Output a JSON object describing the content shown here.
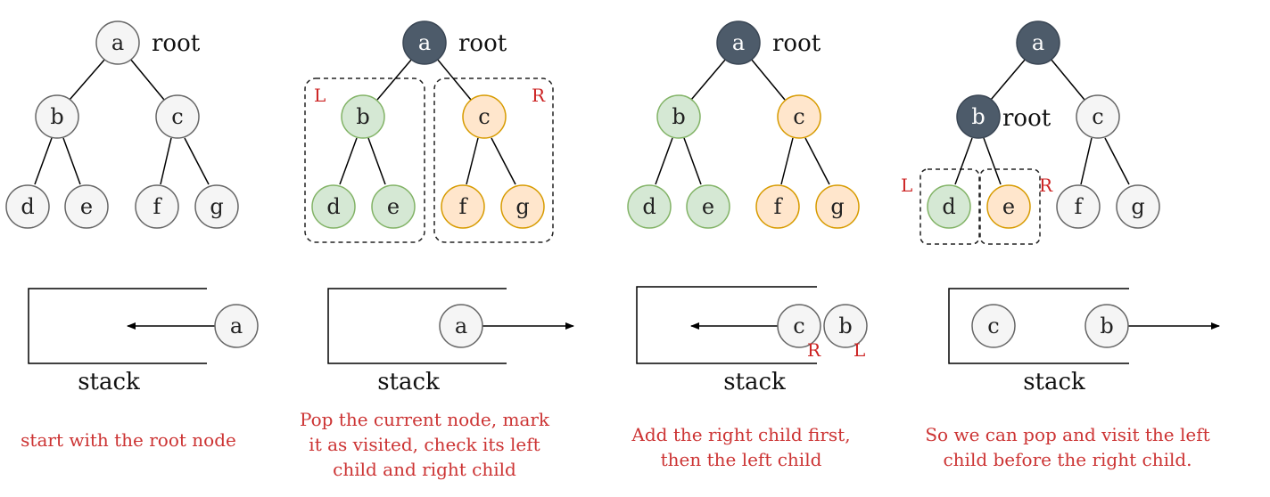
{
  "colors": {
    "default_fill": "#f5f5f5",
    "default_stroke": "#666666",
    "dark_fill": "#4d5b6a",
    "dark_stroke": "#3a4654",
    "green_fill": "#d5e8d4",
    "green_stroke": "#82b366",
    "orange_fill": "#ffe6cc",
    "orange_stroke": "#d79b00",
    "caption_red": "#cc3333"
  },
  "panels": [
    {
      "root_label": "root",
      "nodes": {
        "a": "a",
        "b": "b",
        "c": "c",
        "d": "d",
        "e": "e",
        "f": "f",
        "g": "g"
      },
      "stack_label": "stack",
      "stack_item": "a",
      "caption": [
        "start with the root node"
      ]
    },
    {
      "root_label": "root",
      "nodes": {
        "a": "a",
        "b": "b",
        "c": "c",
        "d": "d",
        "e": "e",
        "f": "f",
        "g": "g"
      },
      "left_label": "L",
      "right_label": "R",
      "stack_label": "stack",
      "stack_item": "a",
      "caption": [
        "Pop the current node, mark",
        "it as visited, check its left",
        "child and right child"
      ]
    },
    {
      "root_label": "root",
      "nodes": {
        "a": "a",
        "b": "b",
        "c": "c",
        "d": "d",
        "e": "e",
        "f": "f",
        "g": "g"
      },
      "stack_label": "stack",
      "stack_items": [
        "c",
        "b"
      ],
      "stack_marks": [
        "R",
        "L"
      ],
      "caption": [
        "Add the right child first,",
        "then the left child"
      ]
    },
    {
      "root_label": "root",
      "nodes": {
        "a": "a",
        "b": "b",
        "c": "c",
        "d": "d",
        "e": "e",
        "f": "f",
        "g": "g"
      },
      "left_label": "L",
      "right_label": "R",
      "stack_label": "stack",
      "stack_items": [
        "c",
        "b"
      ],
      "caption": [
        "So we can pop and visit the left",
        "child before the right child."
      ]
    }
  ]
}
